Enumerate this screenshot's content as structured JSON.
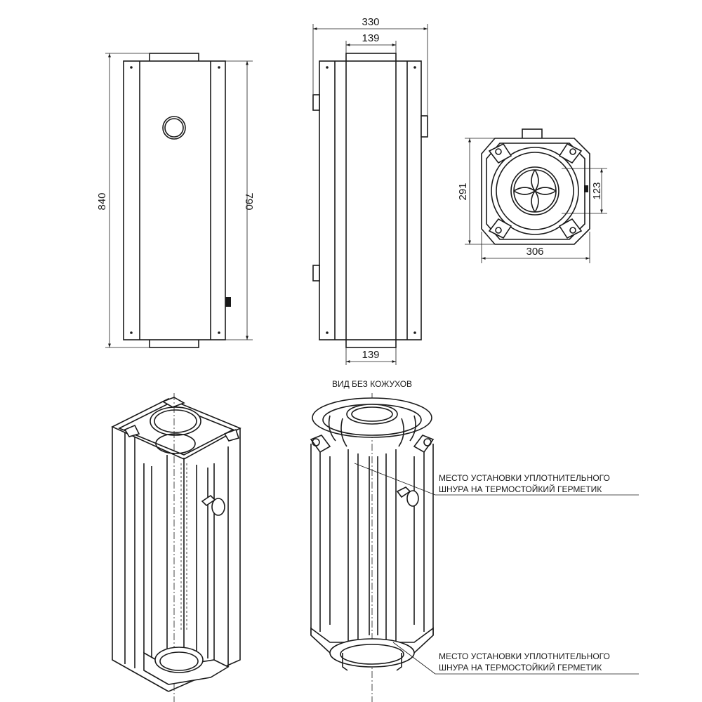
{
  "dimensions": {
    "front_height": "840",
    "front_inner_height": "790",
    "side_width": "330",
    "side_top_pipe": "139",
    "side_bottom_pipe": "139",
    "top_depth": "291",
    "top_pipe_offset": "123",
    "top_width": "306"
  },
  "labels": {
    "view_without_casing": "ВИД БЕЗ КОЖУХОВ",
    "seal_note_top_line1": "МЕСТО УСТАНОВКИ УПЛОТНИТЕЛЬНОГО",
    "seal_note_top_line2": "ШНУРА НА ТЕРМОСТОЙКИЙ ГЕРМЕТИК",
    "seal_note_bottom_line1": "МЕСТО УСТАНОВКИ УПЛОТНИТЕЛЬНОГО",
    "seal_note_bottom_line2": "ШНУРА НА ТЕРМОСТОЙКИЙ ГЕРМЕТИК"
  },
  "colors": {
    "line": "#1a1a1a",
    "background": "#ffffff"
  }
}
